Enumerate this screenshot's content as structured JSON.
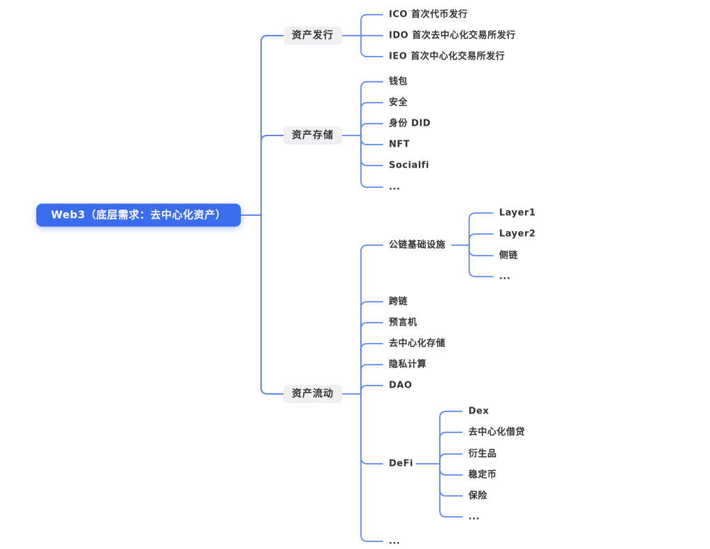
{
  "colors": {
    "root_bg": "#3B6CEE",
    "root_text": "#FFFFFF",
    "branch_bg": "#F0F0F2",
    "text": "#333333",
    "connector": "#5C86F0"
  },
  "mindmap": {
    "root": {
      "label": "Web3（底层需求：去中心化资产）"
    },
    "branches": [
      {
        "label": "资产发行",
        "children": [
          {
            "label": "ICO 首次代币发行"
          },
          {
            "label": "IDO 首次去中心化交易所发行"
          },
          {
            "label": "IEO 首次中心化交易所发行"
          }
        ]
      },
      {
        "label": "资产存储",
        "children": [
          {
            "label": "钱包"
          },
          {
            "label": "安全"
          },
          {
            "label": "身份 DID"
          },
          {
            "label": "NFT"
          },
          {
            "label": "Socialfi"
          },
          {
            "label": "..."
          }
        ]
      },
      {
        "label": "资产流动",
        "children": [
          {
            "label": "公链基础设施",
            "children": [
              {
                "label": "Layer1"
              },
              {
                "label": "Layer2"
              },
              {
                "label": "侧链"
              },
              {
                "label": "..."
              }
            ]
          },
          {
            "label": "跨链"
          },
          {
            "label": "预言机"
          },
          {
            "label": "去中心化存储"
          },
          {
            "label": "隐私计算"
          },
          {
            "label": "DAO"
          },
          {
            "label": "DeFi",
            "children": [
              {
                "label": "Dex"
              },
              {
                "label": "去中心化借贷"
              },
              {
                "label": "衍生品"
              },
              {
                "label": "稳定币"
              },
              {
                "label": "保险"
              },
              {
                "label": "..."
              }
            ]
          },
          {
            "label": "..."
          }
        ]
      }
    ]
  }
}
